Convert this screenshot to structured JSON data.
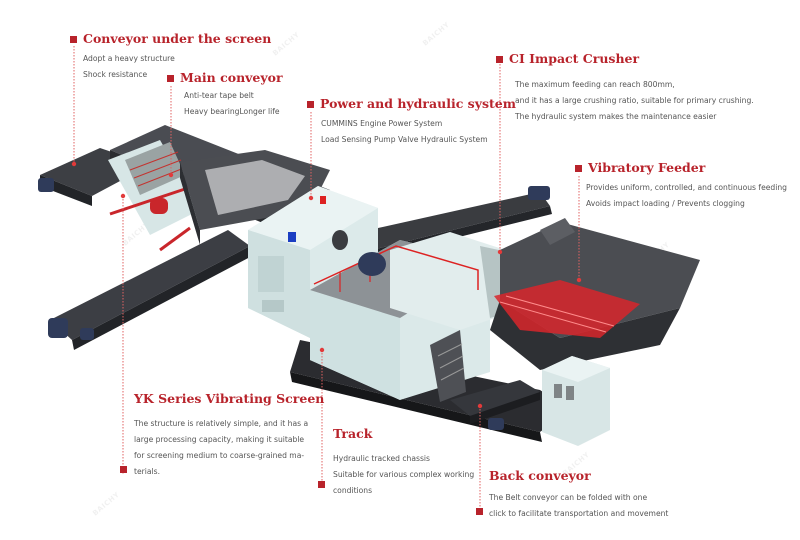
{
  "diagram": {
    "subject": "Mobile tracked impact crushing plant",
    "brand_mark": "BAICHY",
    "accent_color": "#b8232b",
    "callouts": [
      {
        "id": "conveyor-under-screen",
        "title": "Conveyor under the screen",
        "lines": [
          "Adopt a heavy structure",
          "Shock resistance"
        ]
      },
      {
        "id": "main-conveyor",
        "title": "Main conveyor",
        "lines": [
          "Anti-tear tape belt",
          "Heavy bearingLonger life"
        ]
      },
      {
        "id": "power-hydraulic",
        "title": "Power and hydraulic system",
        "lines": [
          "CUMMINS Engine Power System",
          "Load Sensing Pump Valve Hydraulic System"
        ]
      },
      {
        "id": "ci-impact-crusher",
        "title": "CI Impact Crusher",
        "lines": [
          "The maximum feeding can reach 800mm,",
          "and it has a large crushing ratio, suitable for primary crushing.",
          "The hydraulic system makes the maintenance easier"
        ]
      },
      {
        "id": "vibratory-feeder",
        "title": "Vibratory Feeder",
        "lines": [
          "Provides uniform, controlled, and continuous feeding",
          "Avoids impact loading / Prevents clogging"
        ]
      },
      {
        "id": "yk-vibrating-screen",
        "title": "YK Series Vibrating Screen",
        "lines": [
          "The structure is relatively simple, and it has a",
          "large processing capacity, making it suitable",
          "for screening medium to coarse-grained ma-",
          "terials."
        ]
      },
      {
        "id": "track",
        "title": "Track",
        "lines": [
          "Hydraulic tracked chassis",
          "Suitable for various complex working",
          "conditions"
        ]
      },
      {
        "id": "back-conveyor",
        "title": "Back conveyor",
        "lines": [
          "The Belt conveyor can be folded with one",
          "click to facilitate transportation and movement"
        ]
      }
    ]
  }
}
